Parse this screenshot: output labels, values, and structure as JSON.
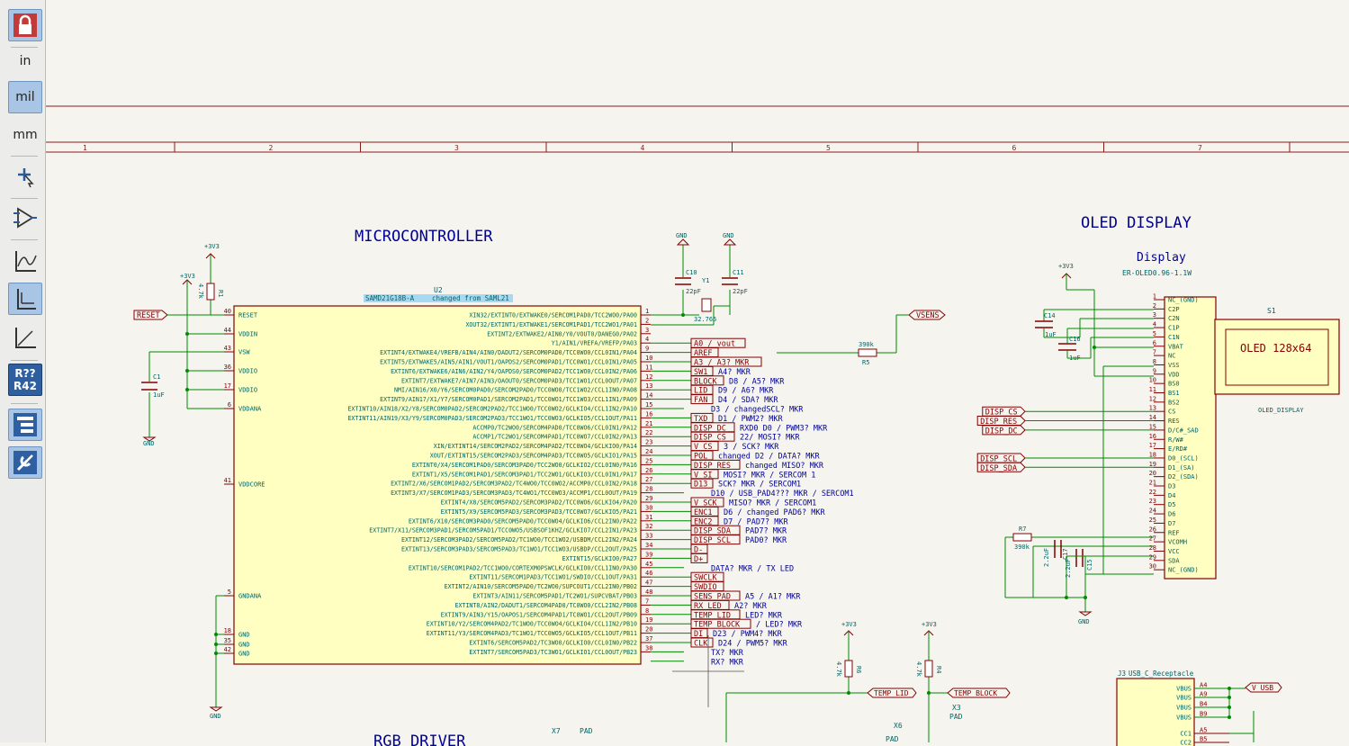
{
  "toolbar": {
    "items": [
      {
        "name": "lock-button",
        "icon": "lock-icon",
        "active": true
      },
      {
        "name": "units-inch-button",
        "label": "in",
        "active": false
      },
      {
        "name": "units-mil-button",
        "label": "mil",
        "active": true
      },
      {
        "name": "units-mm-button",
        "label": "mm",
        "active": false
      },
      {
        "name": "cursor-button",
        "icon": "crosshair-cursor-icon",
        "active": false
      },
      {
        "name": "hidden-pins-button",
        "icon": "pin-icon",
        "active": false
      },
      {
        "name": "wire-free-angle-button",
        "icon": "free-angle-icon",
        "active": false
      },
      {
        "name": "wire-90-button",
        "icon": "ninety-angle-icon",
        "active": true
      },
      {
        "name": "wire-45-button",
        "icon": "forty-five-angle-icon",
        "active": false
      },
      {
        "name": "annotate-button",
        "label_top": "R??",
        "label_bottom": "R42",
        "active": false
      },
      {
        "name": "hierarchy-button",
        "icon": "hierarchy-icon",
        "active": true
      },
      {
        "name": "properties-button",
        "icon": "tools-icon",
        "active": true
      }
    ]
  },
  "colors": {
    "wire": "#008a00",
    "part": "#840000",
    "part_fill": "#ffffc2",
    "label": "#000096",
    "ref": "#006464"
  },
  "ruler": {
    "columns": [
      "1",
      "2",
      "3",
      "4",
      "5",
      "6",
      "7"
    ]
  },
  "sections": {
    "mcu_title": "MICROCONTROLLER",
    "oled_title": "OLED DISPLAY",
    "bottom_title": "RGB DRIVER"
  },
  "u2": {
    "ref": "U2",
    "value": "SAMD21G18B-A",
    "note": "changed from SAML21",
    "left_pins": [
      {
        "num": "40",
        "name": "RESET"
      },
      {
        "num": "44",
        "name": "VDDIN"
      },
      {
        "num": "43",
        "name": "VSW"
      },
      {
        "num": "36",
        "name": "VDDIO"
      },
      {
        "num": "17",
        "name": "VDDIO"
      },
      {
        "num": "6",
        "name": "VDDANA"
      },
      {
        "num": "41",
        "name": "VDDCORE"
      },
      {
        "num": "5",
        "name": "GNDANA"
      },
      {
        "num": "18",
        "name": "GND"
      },
      {
        "num": "35",
        "name": "GND"
      },
      {
        "num": "42",
        "name": "GND"
      }
    ],
    "right_pins": [
      {
        "num": "1",
        "name": "XIN32/EXTINT0/EXTWAKE0/SERCOM1PAD0/TCC2WO0/PA00"
      },
      {
        "num": "2",
        "name": "XOUT32/EXTINT1/EXTWAKE1/SERCOM1PAD1/TCC2WO1/PA01"
      },
      {
        "num": "3",
        "name": "EXTINT2/EXTWAKE2/AIN0/Y0/VOUT0/DANEG0/PA02"
      },
      {
        "num": "4",
        "name": "Y1/AIN1/VREFA/VREFP/PA03"
      },
      {
        "num": "9",
        "name": "EXTINT4/EXTWAKE4/VREFB/AIN4/AIN0/DADUT2/SERCOM0PAD0/TCC0WO0/CCL0IN1/PA04"
      },
      {
        "num": "10",
        "name": "EXTINT5/EXTWAKE5/AIN5/AIN1/VOUT1/OAPDS2/SERCOM0PAD1/TCC0WO1/CCL0IN1/PA05"
      },
      {
        "num": "11",
        "name": "EXTINT6/EXTWAKE6/AIN6/AIN2/Y4/OAPDS0/SERCOM0PAD2/TCC1WO0/CCL0IN2/PA06"
      },
      {
        "num": "12",
        "name": "EXTINT7/EXTWAKE7/AIN7/AIN3/OAOUT0/SERCOM0PAD3/TCC1WO1/CCL0OUT/PA07"
      },
      {
        "num": "13",
        "name": "NMI/AIN16/X0/Y6/SERCOM0PAD0/SERCOM2PAD0/TCC0WO0/TCC1WO2/CCL1IN0/PA08"
      },
      {
        "num": "14",
        "name": "EXTINT9/AIN17/X1/Y7/SERCOM0PAD1/SERCOM2PAD1/TCC0WO1/TCC1WO3/CCL1IN1/PA09"
      },
      {
        "num": "15",
        "name": "EXTINT10/AIN18/X2/Y8/SERCOM0PAD2/SERCOM2PAD2/TCC1WO0/TCC0WO2/GCLKIO4/CCL1IN2/PA10"
      },
      {
        "num": "16",
        "name": "EXTINT11/AIN19/X3/Y9/SERCOM0PAD3/SERCOM2PAD3/TCC1WO1/TCC0WO3/GCLKIO5/CCL1OUT/PA11"
      },
      {
        "num": "21",
        "name": "ACCMP0/TC2WO0/SERCOM4PAD0/TCC0WO6/CCL0IN1/PA12"
      },
      {
        "num": "22",
        "name": "ACCMP1/TC2WO1/SERCOM4PAD1/TCC0WO7/CCL0IN2/PA13"
      },
      {
        "num": "23",
        "name": "XIN/EXTINT14/SERCOM2PAD2/SERCOM4PAD2/TCC0WO4/GCLKIO0/PA14"
      },
      {
        "num": "24",
        "name": "XOUT/EXTINT15/SERCOM2PAD3/SERCOM4PAD3/TCC0WO5/GCLKIO1/PA15"
      },
      {
        "num": "25",
        "name": "EXTINT0/X4/SERCOM1PAD0/SERCOM3PAD0/TCC2WO0/GCLKIO2/CCL0IN0/PA16"
      },
      {
        "num": "26",
        "name": "EXTINT1/X5/SERCOM1PAD1/SERCOM3PAD1/TCC2WO1/GCLKIO3/CCL0IN1/PA17"
      },
      {
        "num": "27",
        "name": "EXTINT2/X6/SERCOM1PAD2/SERCOM3PAD2/TC4WO0/TCC0WO2/ACCMP0/CCL0IN2/PA18"
      },
      {
        "num": "28",
        "name": "EXTINT3/X7/SERCOM1PAD3/SERCOM3PAD3/TC4WO1/TCC0WO3/ACCMP1/CCL0OUT/PA19"
      },
      {
        "num": "29",
        "name": "EXTINT4/X8/SERCOM5PAD2/SERCOM3PAD2/TCC0WO6/GCLKIO4/PA20"
      },
      {
        "num": "30",
        "name": "EXTINT5/X9/SERCOM5PAD3/SERCOM3PAD3/TCC0WO7/GCLKIO5/PA21"
      },
      {
        "num": "31",
        "name": "EXTINT6/X10/SERCOM3PAD0/SERCOM5PAD0/TCC0WO4/GCLKIO6/CCL2IN0/PA22"
      },
      {
        "num": "32",
        "name": "EXTINT7/X11/SERCOM3PAD1/SERCOM5PAD1/TCC0WO5/USBSOF1KHZ/GCLKIO7/CCL2IN1/PA23"
      },
      {
        "num": "33",
        "name": "EXTINT12/SERCOM3PAD2/SERCOM5PAD2/TC1WO0/TCC1WO2/USBDM/CCL2IN2/PA24"
      },
      {
        "num": "34",
        "name": "EXTINT13/SERCOM3PAD3/SERCOM5PAD3/TC1WO1/TCC1WO3/USBDP/CCL2OUT/PA25"
      },
      {
        "num": "39",
        "name": "EXTINT15/GCLKIO0/PA27"
      },
      {
        "num": "45",
        "name": "EXTINT10/SERCOM1PAD2/TCC1WO0/CORTEXM0PSWCLK/GCLKIO0/CCL1IN0/PA30"
      },
      {
        "num": "46",
        "name": "EXTINT11/SERCOM1PAD3/TCC1WO1/SWDIO/CCL1OUT/PA31"
      },
      {
        "num": "47",
        "name": "EXTINT2/AIN10/SERCOM5PAD0/TC2WO0/SUPCOUT1/CCL2IN0/PB02"
      },
      {
        "num": "48",
        "name": "EXTINT3/AIN11/SERCOM5PAD1/TC2WO1/SUPCVBAT/PB03"
      },
      {
        "num": "7",
        "name": "EXTINT8/AIN2/DADUT1/SERCOM4PAD0/TC0WO0/CCL2IN2/PB08"
      },
      {
        "num": "8",
        "name": "EXTINT9/AIN3/Y15/OAPOS1/SERCOM4PAD1/TC0WO1/CCL2OUT/PB09"
      },
      {
        "num": "19",
        "name": "EXTINT10/Y2/SERCOM4PAD2/TC1WO0/TCC0WO4/GCLKIO4/CCL1IN2/PB10"
      },
      {
        "num": "20",
        "name": "EXTINT11/Y3/SERCOM4PAD3/TC1WO1/TCC0WO5/GCLKIO5/CCL1OUT/PB11"
      },
      {
        "num": "37",
        "name": "EXTINT6/SERCOM5PAD2/TC3WO0/GCLKIO0/CCL0IN0/PB22"
      },
      {
        "num": "38",
        "name": "EXTINT7/SERCOM5PAD3/TC3WO1/GCLKIO1/CCL0OUT/PB23"
      }
    ]
  },
  "net_labels": [
    {
      "row": 3,
      "text": "A0 / vout"
    },
    {
      "row": 4,
      "text": "AREF"
    },
    {
      "row": 5,
      "text": "A3 / A3? MKR"
    },
    {
      "row": 6,
      "text": "SW1",
      "note": "A4? MKR"
    },
    {
      "row": 7,
      "text": "BLOCK",
      "note": "D8 / A5? MKR"
    },
    {
      "row": 8,
      "text": "LID",
      "note": "D9 / A6? MKR"
    },
    {
      "row": 9,
      "text": "FAN",
      "note": "D4 / SDA? MKR"
    },
    {
      "row": 10,
      "note": "D3 / changedSCL? MKR"
    },
    {
      "row": 11,
      "text": "TXD",
      "note": "D1 / PWM2? MKR"
    },
    {
      "row": 12,
      "text": "DISP_DC",
      "note": "RXD0   D0 / PWM3? MKR"
    },
    {
      "row": 13,
      "text": "DISP_CS",
      "note": "22/ MOSI? MKR"
    },
    {
      "row": 14,
      "text": "V_CS",
      "note": "3 / SCK? MKR"
    },
    {
      "row": 15,
      "text": "POL",
      "note": "changed D2 / DATA? MKR"
    },
    {
      "row": 16,
      "text": "DISP_RES",
      "note": "changed   MISO? MKR"
    },
    {
      "row": 17,
      "text": "V_SI",
      "note": "MOSI? MKR / SERCOM 1"
    },
    {
      "row": 18,
      "text": "D13",
      "note": "SCK? MKR / SERCOM1"
    },
    {
      "row": 19,
      "note": "D10 / USB_PAD4??? MKR / SERCOM1"
    },
    {
      "row": 20,
      "text": "V_SCK",
      "note": "MISO? MKR / SERCOM1"
    },
    {
      "row": 21,
      "text": "ENC1",
      "note": "D6 / changed   PAD6? MKR"
    },
    {
      "row": 22,
      "text": "ENC2",
      "note": "D7 / PAD7? MKR"
    },
    {
      "row": 23,
      "text": "DISP_SDA",
      "note": "PAD7? MKR"
    },
    {
      "row": 24,
      "text": "DISP_SCL",
      "note": "PAD0? MKR"
    },
    {
      "row": 25,
      "text": "D-"
    },
    {
      "row": 26,
      "text": "D+"
    },
    {
      "row": 27,
      "note": "DATA? MKR / TX LED"
    },
    {
      "row": 28,
      "text": "SWCLK"
    },
    {
      "row": 29,
      "text": "SWDIO"
    },
    {
      "row": 30,
      "text": "SENS_PAD",
      "note": "A5 / A1? MKR"
    },
    {
      "row": 31,
      "text": "RX_LED",
      "note": "A2? MKR"
    },
    {
      "row": 32,
      "text": "TEMP_LID",
      "note": "LED? MKR"
    },
    {
      "row": 33,
      "text": "TEMP_BLOCK",
      "note": "/ LED? MKR"
    },
    {
      "row": 34,
      "text": "DI",
      "note": "D23 / PWM4? MKR"
    },
    {
      "row": 35,
      "text": "CLK",
      "note": "D24 / PWM5? MKR"
    },
    {
      "row": 36,
      "note": "TX? MKR"
    },
    {
      "row": 37,
      "note": "RX? MKR"
    }
  ],
  "power": {
    "v33": "+3V3",
    "gnd": "GND"
  },
  "components": {
    "r1": {
      "ref": "R1",
      "value": "4.7k"
    },
    "c1": {
      "ref": "C1",
      "value": "1uF"
    },
    "c10": {
      "ref": "C10",
      "value": "22pF"
    },
    "c11": {
      "ref": "C11",
      "value": "22pF"
    },
    "y1": {
      "ref": "Y1",
      "value": "32.765"
    },
    "r5": {
      "ref": "R5",
      "value": "390k"
    },
    "r6": {
      "ref": "R6",
      "value": "4.7k"
    },
    "r4": {
      "ref": "R4",
      "value": "4.7k"
    },
    "x7": {
      "ref": "X7",
      "value": "PAD"
    },
    "x6": {
      "ref": "X6",
      "value": "PAD"
    },
    "x3": {
      "ref": "X3",
      "value": "PAD"
    },
    "c14": {
      "ref": "C14",
      "value": "1uF"
    },
    "c16": {
      "ref": "C16",
      "value": "1uF"
    },
    "r7": {
      "ref": "R7",
      "value": "390k"
    },
    "c17": {
      "ref": "C17",
      "value": "2.2uF"
    },
    "c15": {
      "ref": "C15",
      "value": "2.2uF"
    },
    "s1": {
      "ref": "S1",
      "value": "OLED_DISPLAY",
      "text": "OLED 128x64"
    },
    "j3": {
      "ref": "J3",
      "value": "USB_C_Receptacle"
    }
  },
  "labels_misc": {
    "reset": "RESET",
    "vsens": "VSENS",
    "temp_lid": "TEMP_LID",
    "temp_block": "TEMP_BLOCK",
    "v_usb": "V_USB"
  },
  "display": {
    "title": "Display",
    "part": "ER-OLED0.96-1.1W",
    "pins": [
      {
        "num": "1",
        "name": "NC_(GND)"
      },
      {
        "num": "2",
        "name": "C2P"
      },
      {
        "num": "3",
        "name": "C2N"
      },
      {
        "num": "4",
        "name": "C1P"
      },
      {
        "num": "5",
        "name": "C1N"
      },
      {
        "num": "6",
        "name": "VBAT"
      },
      {
        "num": "7",
        "name": "NC"
      },
      {
        "num": "8",
        "name": "VSS"
      },
      {
        "num": "9",
        "name": "VDD"
      },
      {
        "num": "10",
        "name": "BS0"
      },
      {
        "num": "11",
        "name": "BS1"
      },
      {
        "num": "12",
        "name": "BS2"
      },
      {
        "num": "13",
        "name": "CS"
      },
      {
        "num": "14",
        "name": "RES"
      },
      {
        "num": "15",
        "name": "D/C#_SAD"
      },
      {
        "num": "16",
        "name": "R/W#"
      },
      {
        "num": "17",
        "name": "E/RD#"
      },
      {
        "num": "18",
        "name": "D0_(SCL)"
      },
      {
        "num": "19",
        "name": "D1_(SA)"
      },
      {
        "num": "20",
        "name": "D2_(SDA)"
      },
      {
        "num": "21",
        "name": "D3"
      },
      {
        "num": "22",
        "name": "D4"
      },
      {
        "num": "23",
        "name": "D5"
      },
      {
        "num": "24",
        "name": "D6"
      },
      {
        "num": "25",
        "name": "D7"
      },
      {
        "num": "26",
        "name": "REF"
      },
      {
        "num": "27",
        "name": "VCOMH"
      },
      {
        "num": "28",
        "name": "VCC"
      },
      {
        "num": "29",
        "name": "SDA"
      },
      {
        "num": "30",
        "name": "NC_(GND)"
      }
    ],
    "labels": [
      {
        "pin": 13,
        "text": "DISP_CS"
      },
      {
        "pin": 14,
        "text": "DISP_RES"
      },
      {
        "pin": 15,
        "text": "DISP_DC"
      },
      {
        "pin": 18,
        "text": "DISP_SCL"
      },
      {
        "pin": 19,
        "text": "DISP_SDA"
      }
    ]
  },
  "usb": {
    "pins": [
      {
        "num": "A4",
        "name": "VBUS"
      },
      {
        "num": "A9",
        "name": "VBUS"
      },
      {
        "num": "B4",
        "name": "VBUS"
      },
      {
        "num": "B9",
        "name": "VBUS"
      },
      {
        "num": "A5",
        "name": "CC1"
      },
      {
        "num": "B5",
        "name": "CC2"
      }
    ]
  }
}
